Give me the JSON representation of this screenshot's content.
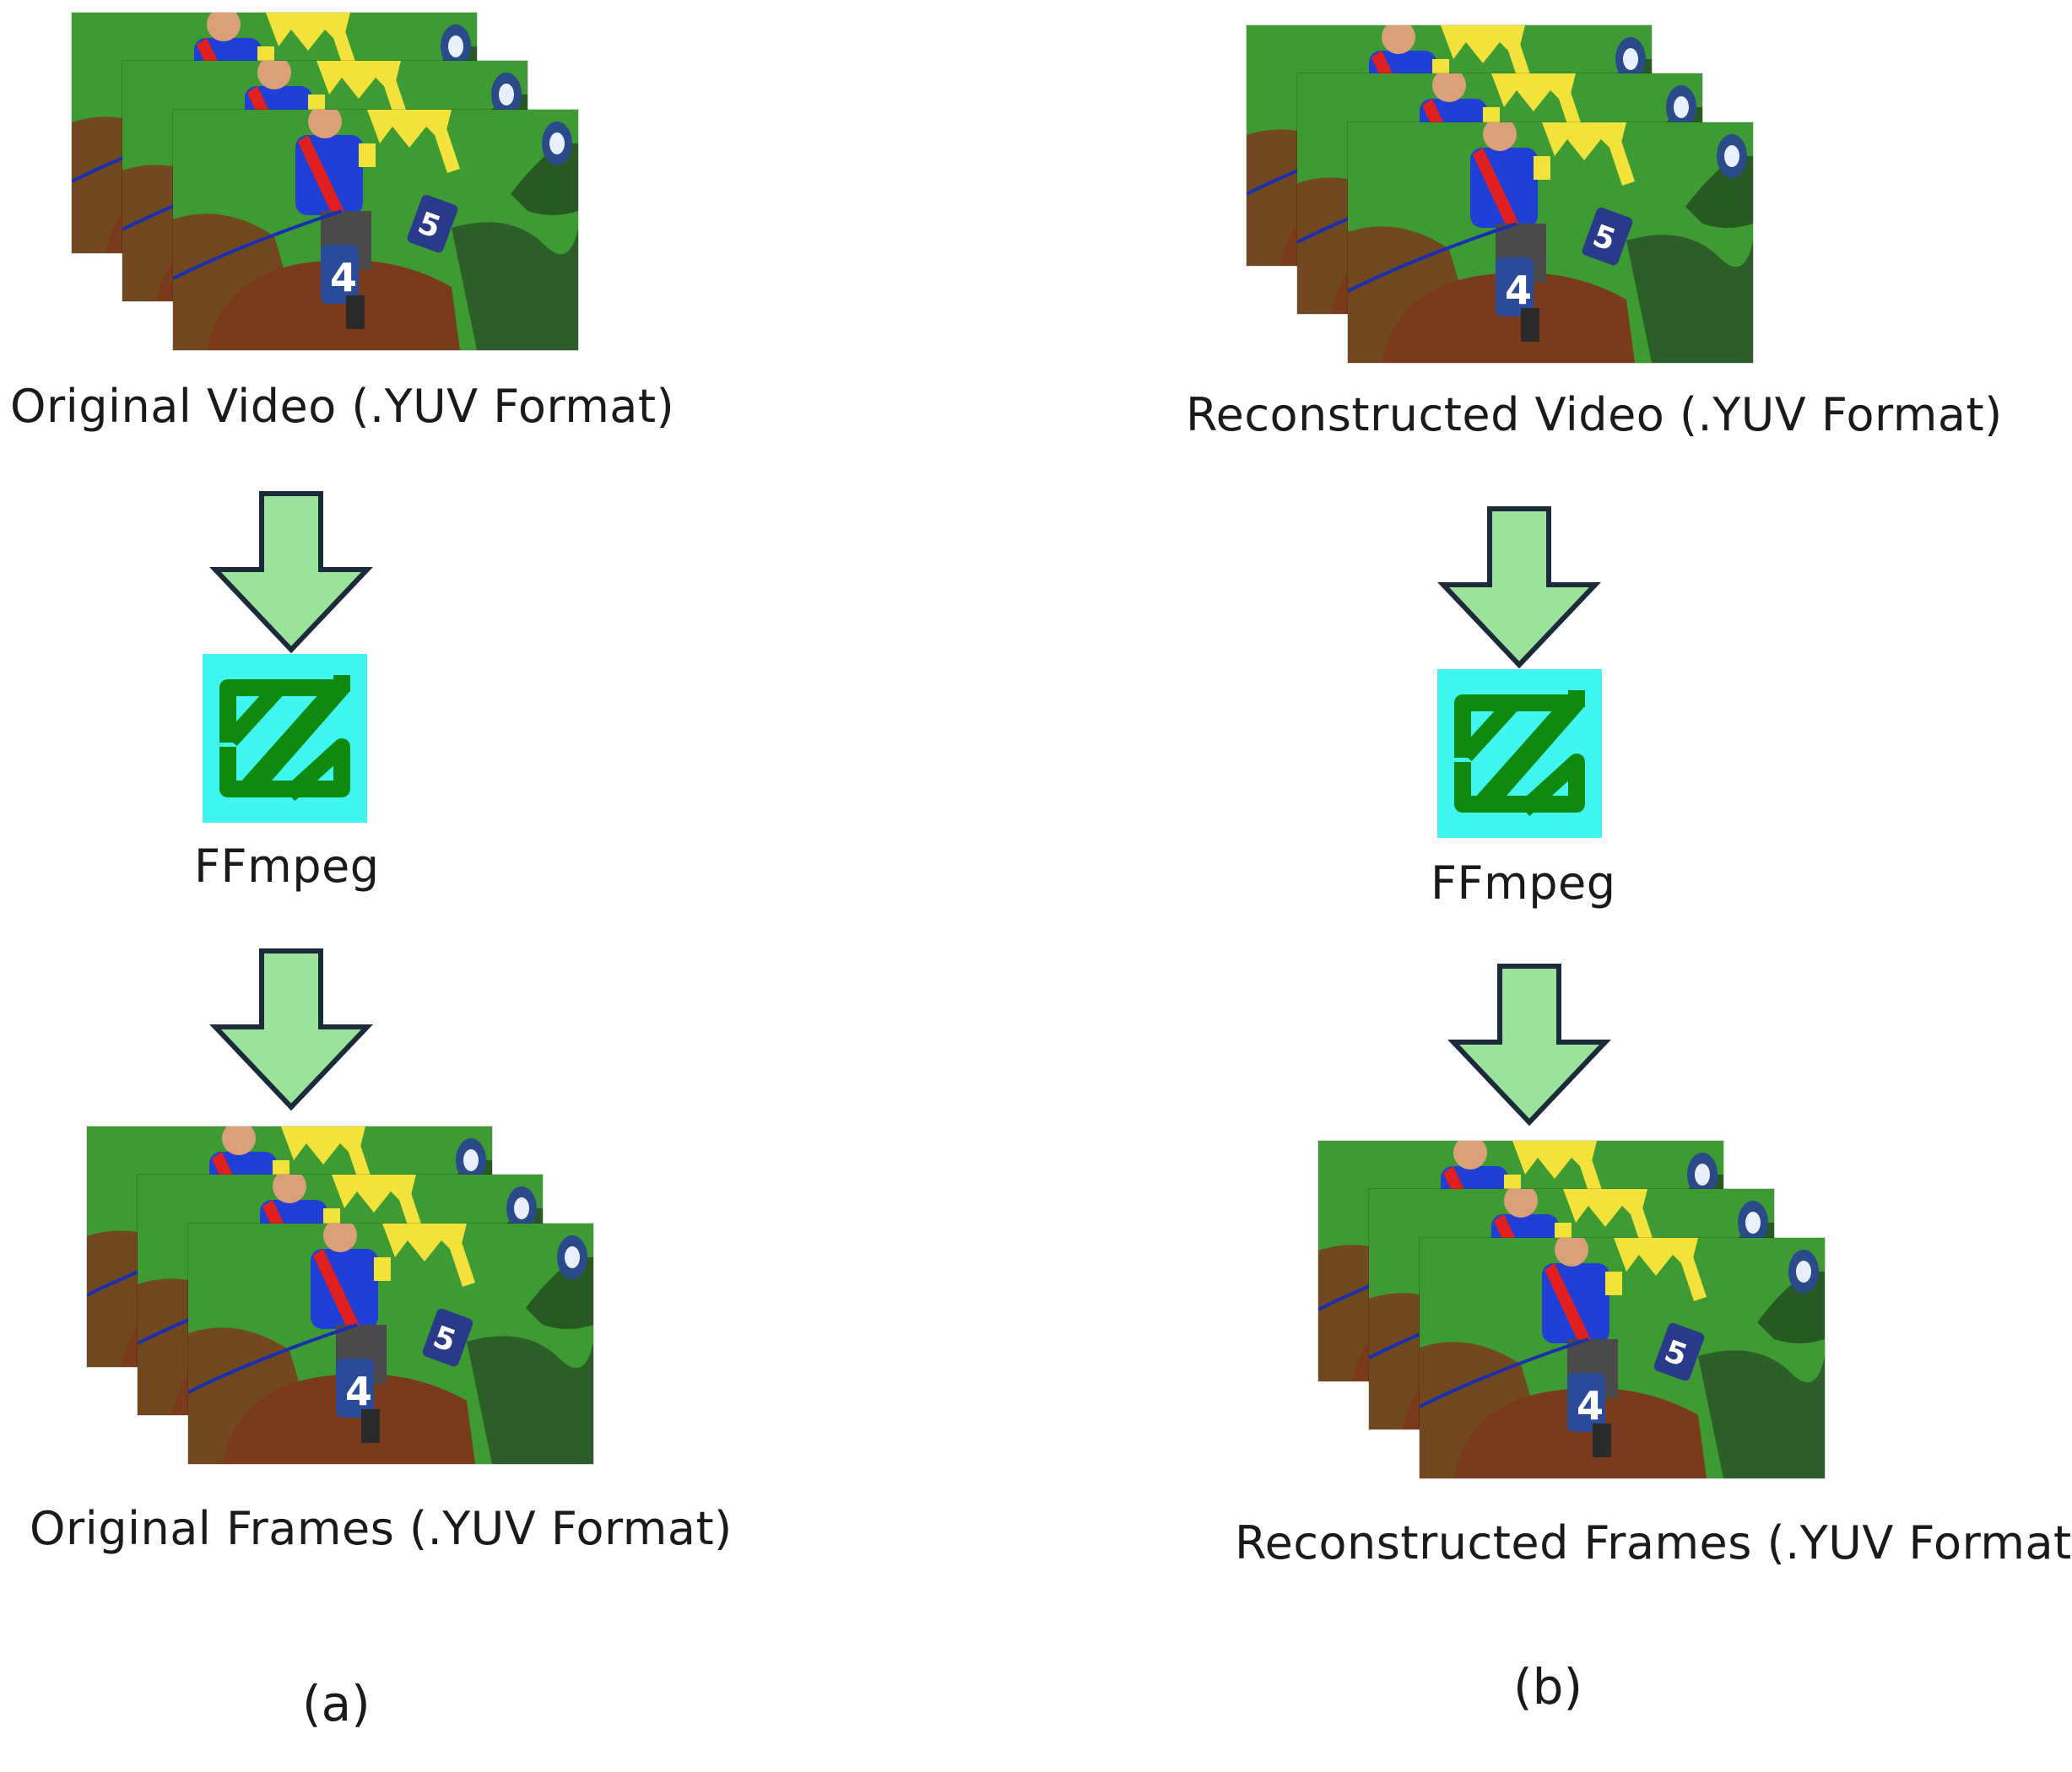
{
  "panel_a": {
    "input_label": "Original Video (.YUV Format)",
    "tool_label": "FFmpeg",
    "output_label": "Original Frames (.YUV Format)",
    "caption": "(a)"
  },
  "panel_b": {
    "input_label": "Reconstructed Video (.YUV Format)",
    "tool_label": "FFmpeg",
    "output_label": "Reconstructed Frames (.YUV Format)",
    "caption": "(b)"
  },
  "frame_numbers": {
    "front": "4",
    "back": "5"
  },
  "colors": {
    "arrow_fill": "#9be39b",
    "arrow_stroke": "#1c2b3a",
    "logo_bg": "#3ff5ef",
    "logo_mark": "#0f8a0f",
    "grass": "#3e9b33",
    "horse": "#7a3a1c",
    "jersey": "#1f3fd6",
    "sash": "#e02020",
    "cap": "#f2e23a"
  },
  "icons": {
    "arrow": "down-arrow-icon",
    "logo": "ffmpeg-logo-icon",
    "frame": "video-frame-thumbnail"
  }
}
